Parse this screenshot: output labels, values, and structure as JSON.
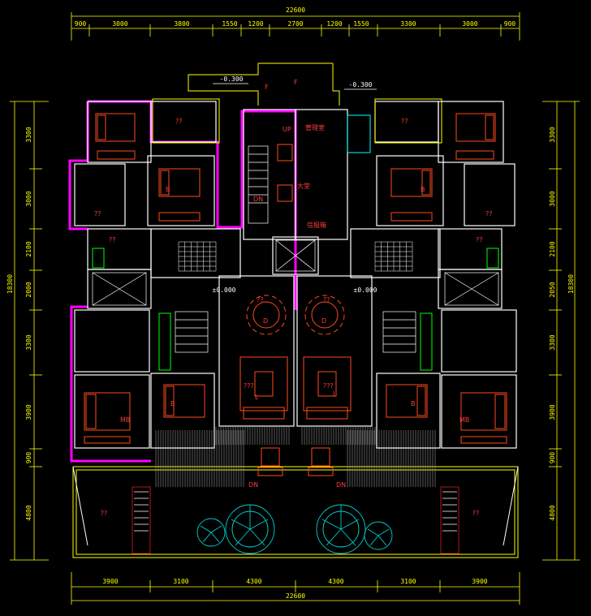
{
  "colors": {
    "background": "#000000",
    "dimension": "#ffff00",
    "wall": "#ffffff",
    "outline": "#ff00ff",
    "furniture": "#ff4a1a",
    "fixture": "#00ff00",
    "landscape": "#00d0d0",
    "hatch": "#9a9a9a"
  },
  "dimensions": {
    "top_total": "22600",
    "top_segments": [
      "900",
      "3000",
      "3800",
      "1550",
      "1200",
      "2700",
      "1200",
      "1550",
      "3300",
      "3000",
      "900"
    ],
    "bottom_segments": [
      "3900",
      "3100",
      "4300",
      "4300",
      "3100",
      "3900"
    ],
    "bottom_total": "22600",
    "left_total": "18300",
    "left_segments": [
      "3300",
      "3000",
      "2100",
      "2000",
      "3300",
      "3900",
      "900",
      "4800"
    ],
    "right_total": "18300",
    "right_segments": [
      "3300",
      "3000",
      "2100",
      "2050",
      "3300",
      "3900",
      "900",
      "4800"
    ]
  },
  "levels": {
    "left_top": "-0.300",
    "right_top": "-0.300",
    "left_floor": "±0.000",
    "right_floor": "±0.000"
  },
  "room_labels": {
    "unknown": "??",
    "living_unknown": "???",
    "bedroom": "B",
    "master_bedroom": "MB",
    "dining": "D",
    "living": "L",
    "up": "UP",
    "down": "DN",
    "down_small": "DN",
    "lobby": "大堂",
    "duty_room": "管理室",
    "mailbox": "信报箱",
    "door_f": "F"
  }
}
